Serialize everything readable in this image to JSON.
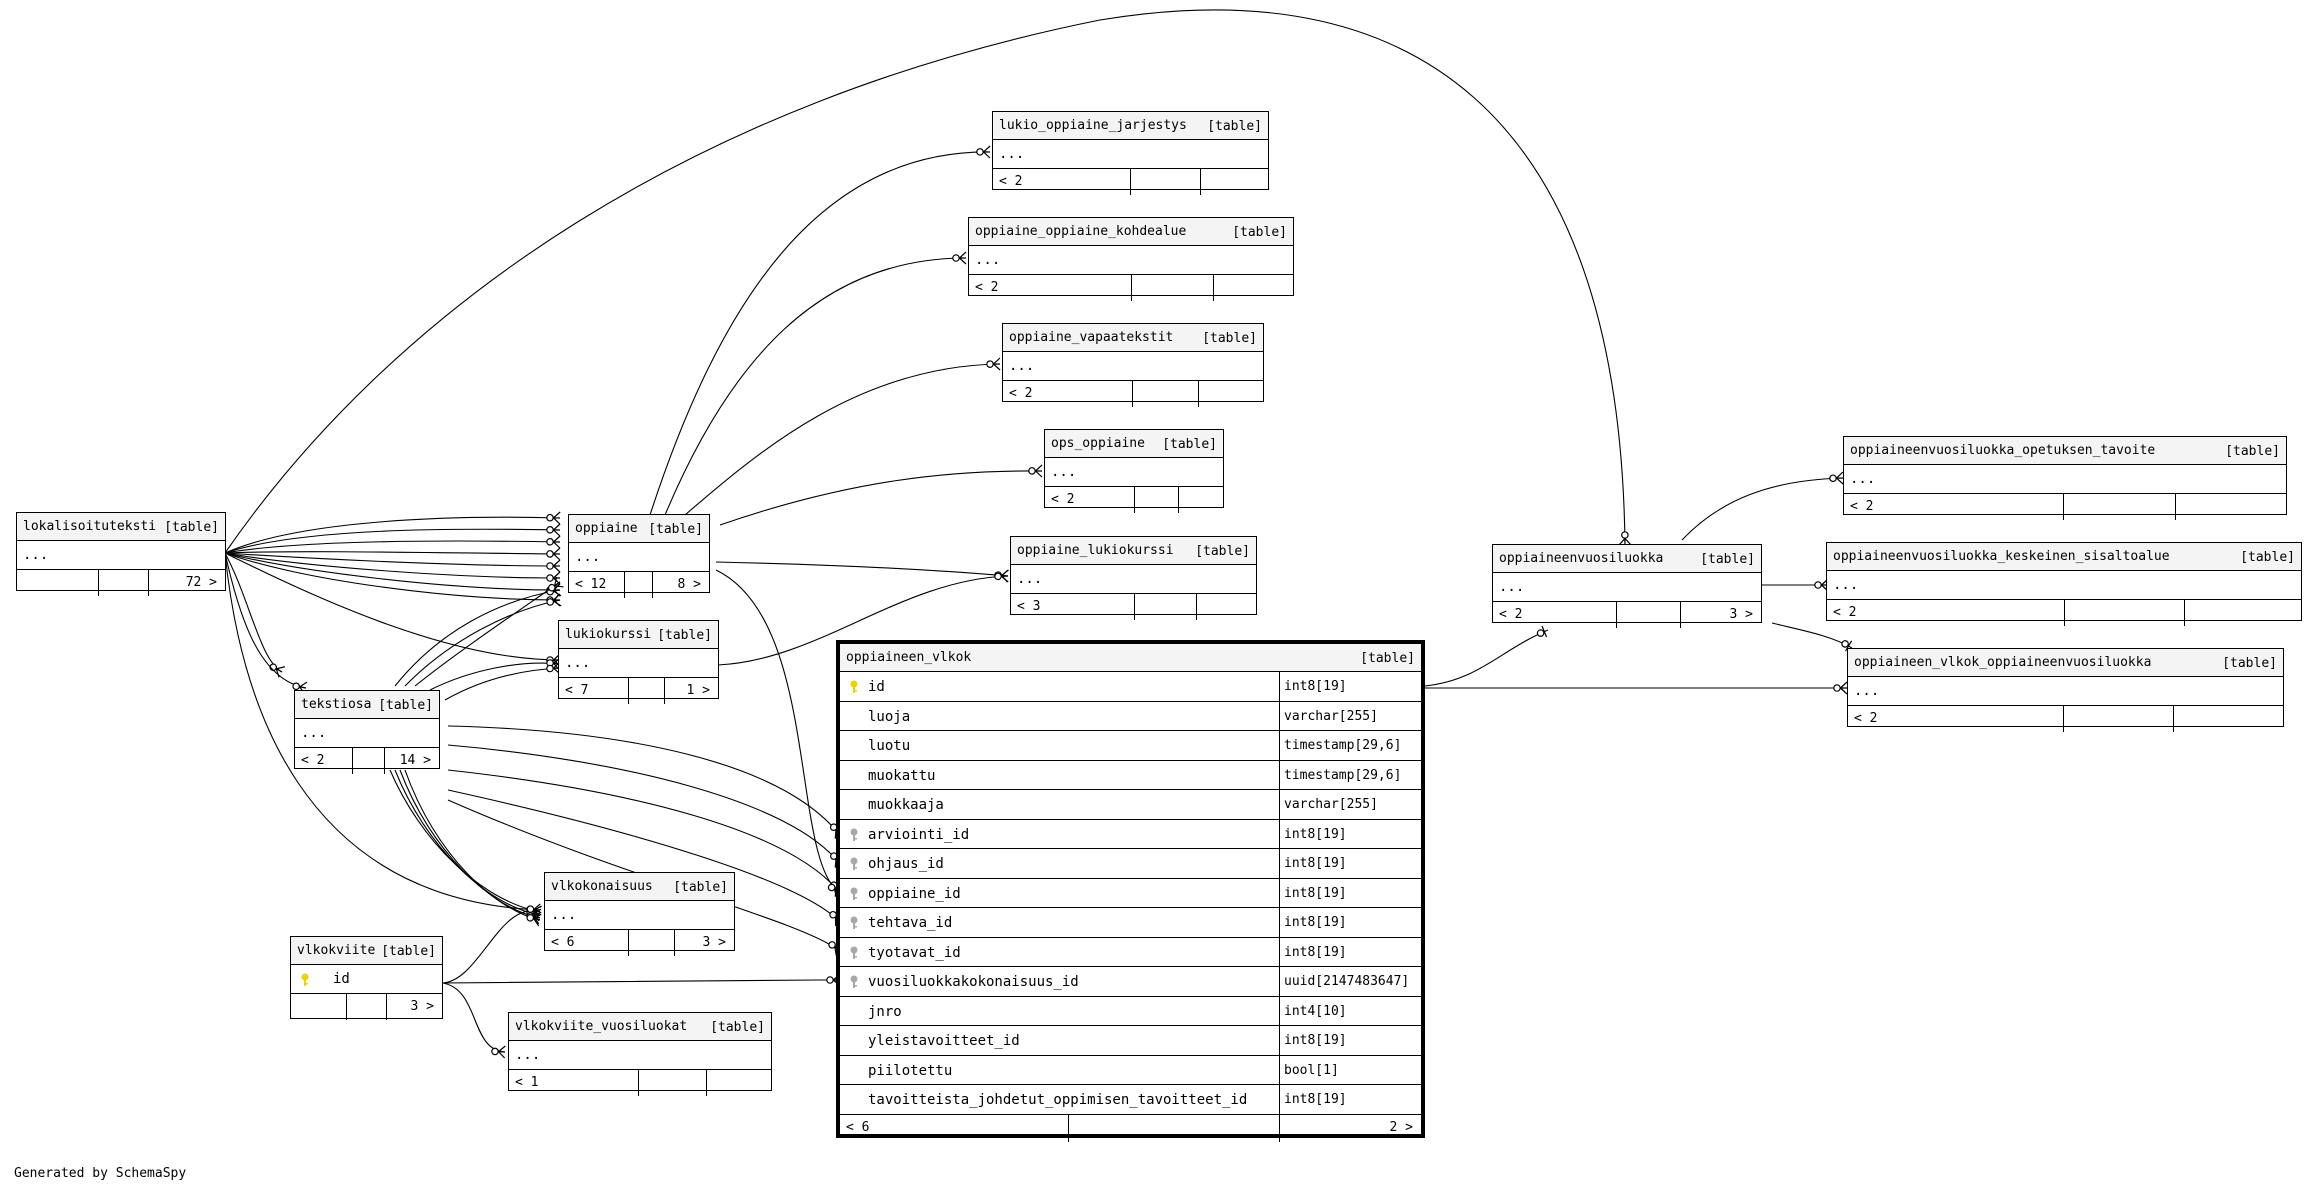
{
  "tag": "[table]",
  "more": "...",
  "tables": {
    "lokalisoituteksti": {
      "name": "lokalisoituteksti",
      "children": "72 >"
    },
    "oppiaine": {
      "name": "oppiaine",
      "parents": "< 12",
      "children": "8 >"
    },
    "lukiokurssi": {
      "name": "lukiokurssi",
      "parents": "< 7",
      "children": "1 >"
    },
    "tekstiosa": {
      "name": "tekstiosa",
      "parents": "< 2",
      "children": "14 >"
    },
    "vlkokonaisuus": {
      "name": "vlkokonaisuus",
      "parents": "< 6",
      "children": "3 >"
    },
    "vlkokviite": {
      "name": "vlkokviite",
      "key_column": "id",
      "children": "3 >"
    },
    "vlkokviite_vuosiluokat": {
      "name": "vlkokviite_vuosiluokat",
      "parents": "< 1"
    },
    "lukio_oppiaine_jarjestys": {
      "name": "lukio_oppiaine_jarjestys",
      "parents": "< 2"
    },
    "oppiaine_oppiaine_kohdealue": {
      "name": "oppiaine_oppiaine_kohdealue",
      "parents": "< 2"
    },
    "oppiaine_vapaatekstit": {
      "name": "oppiaine_vapaatekstit",
      "parents": "< 2"
    },
    "ops_oppiaine": {
      "name": "ops_oppiaine",
      "parents": "< 2"
    },
    "oppiaine_lukiokurssi": {
      "name": "oppiaine_lukiokurssi",
      "parents": "< 3"
    },
    "oppiaineenvuosiluokka": {
      "name": "oppiaineenvuosiluokka",
      "parents": "< 2",
      "children": "3 >"
    },
    "oppiaineenvuosiluokka_opetuksen_tavoite": {
      "name": "oppiaineenvuosiluokka_opetuksen_tavoite",
      "parents": "< 2"
    },
    "oppiaineenvuosiluokka_keskeinen_sisaltoalue": {
      "name": "oppiaineenvuosiluokka_keskeinen_sisaltoalue",
      "parents": "< 2"
    },
    "oppiaineen_vlkok_oppiaineenvuosiluokka": {
      "name": "oppiaineen_vlkok_oppiaineenvuosiluokka",
      "parents": "< 2"
    }
  },
  "focus": {
    "name": "oppiaineen_vlkok",
    "parents": "< 6",
    "children": "2 >",
    "columns": [
      {
        "name": "id",
        "type": "int8[19]",
        "key": "primary"
      },
      {
        "name": "luoja",
        "type": "varchar[255]",
        "key": ""
      },
      {
        "name": "luotu",
        "type": "timestamp[29,6]",
        "key": ""
      },
      {
        "name": "muokattu",
        "type": "timestamp[29,6]",
        "key": ""
      },
      {
        "name": "muokkaaja",
        "type": "varchar[255]",
        "key": ""
      },
      {
        "name": "arviointi_id",
        "type": "int8[19]",
        "key": "foreign"
      },
      {
        "name": "ohjaus_id",
        "type": "int8[19]",
        "key": "foreign"
      },
      {
        "name": "oppiaine_id",
        "type": "int8[19]",
        "key": "foreign"
      },
      {
        "name": "tehtava_id",
        "type": "int8[19]",
        "key": "foreign"
      },
      {
        "name": "tyotavat_id",
        "type": "int8[19]",
        "key": "foreign"
      },
      {
        "name": "vuosiluokkakokonaisuus_id",
        "type": "uuid[2147483647]",
        "key": "foreign"
      },
      {
        "name": "jnro",
        "type": "int4[10]",
        "key": ""
      },
      {
        "name": "yleistavoitteet_id",
        "type": "int8[19]",
        "key": ""
      },
      {
        "name": "piilotettu",
        "type": "bool[1]",
        "key": ""
      },
      {
        "name": "tavoitteista_johdetut_oppimisen_tavoitteet_id",
        "type": "int8[19]",
        "key": ""
      }
    ]
  },
  "credit": "Generated by SchemaSpy"
}
